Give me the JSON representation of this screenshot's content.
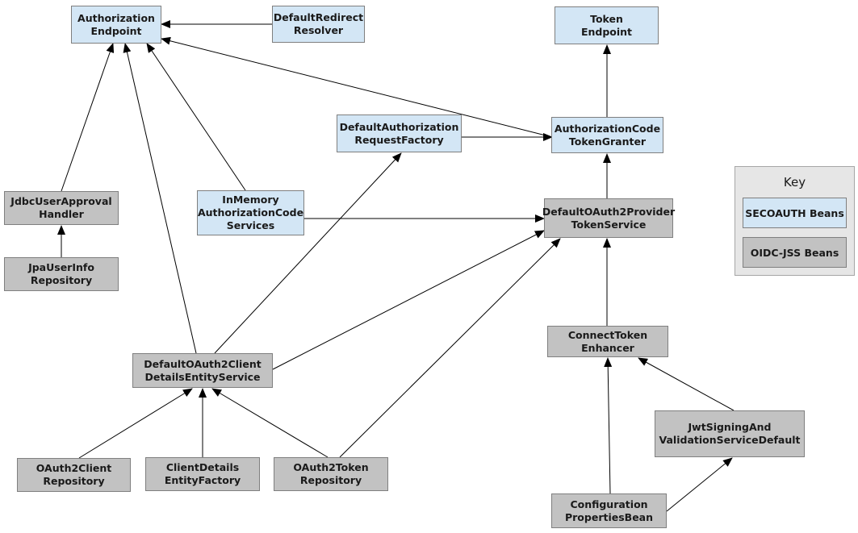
{
  "nodes": {
    "authorization_endpoint": {
      "line1": "Authorization",
      "line2": "Endpoint"
    },
    "default_redirect_resolver": {
      "line1": "DefaultRedirect",
      "line2": "Resolver"
    },
    "token_endpoint": {
      "line1": "Token",
      "line2": "Endpoint"
    },
    "default_authorization_request_factory": {
      "line1": "DefaultAuthorization",
      "line2": "RequestFactory"
    },
    "authorization_code_token_granter": {
      "line1": "AuthorizationCode",
      "line2": "TokenGranter"
    },
    "jdbc_user_approval_handler": {
      "line1": "JdbcUserApproval",
      "line2": "Handler"
    },
    "inmemory_authorization_code_services": {
      "line1": "InMemory",
      "line2": "AuthorizationCode",
      "line3": "Services"
    },
    "default_oauth2_provider_token_service": {
      "line1": "DefaultOAuth2Provider",
      "line2": "TokenService"
    },
    "jpa_user_info_repository": {
      "line1": "JpaUserInfo",
      "line2": "Repository"
    },
    "default_oauth2_client_details_entity_service": {
      "line1": "DefaultOAuth2Client",
      "line2": "DetailsEntityService"
    },
    "connect_token_enhancer": {
      "line1": "ConnectToken",
      "line2": "Enhancer"
    },
    "jwt_signing_and_validation_service_default": {
      "line1": "JwtSigningAnd",
      "line2": "ValidationServiceDefault"
    },
    "oauth2_client_repository": {
      "line1": "OAuth2Client",
      "line2": "Repository"
    },
    "client_details_entity_factory": {
      "line1": "ClientDetails",
      "line2": "EntityFactory"
    },
    "oauth2_token_repository": {
      "line1": "OAuth2Token",
      "line2": "Repository"
    },
    "configuration_properties_bean": {
      "line1": "Configuration",
      "line2": "PropertiesBean"
    }
  },
  "key": {
    "title": "Key",
    "secoauth_label": "SECOAUTH Beans",
    "oidc_label": "OIDC-JSS Beans"
  },
  "colors": {
    "secoauth_fill": "#d3e6f5",
    "oidc_fill": "#c2c2c2",
    "border": "#7f7f7f",
    "edge": "#000000"
  },
  "edges": [
    {
      "from": "default_redirect_resolver",
      "to": "authorization_endpoint"
    },
    {
      "from": "jdbc_user_approval_handler",
      "to": "authorization_endpoint"
    },
    {
      "from": "inmemory_authorization_code_services",
      "to": "authorization_endpoint"
    },
    {
      "from": "default_oauth2_client_details_entity_service",
      "to": "authorization_endpoint"
    },
    {
      "from": "authorization_code_token_granter",
      "to": "authorization_endpoint"
    },
    {
      "from": "authorization_code_token_granter",
      "to": "token_endpoint"
    },
    {
      "from": "default_authorization_request_factory",
      "to": "authorization_code_token_granter"
    },
    {
      "from": "default_oauth2_provider_token_service",
      "to": "authorization_code_token_granter"
    },
    {
      "from": "inmemory_authorization_code_services",
      "to": "default_oauth2_provider_token_service"
    },
    {
      "from": "default_oauth2_client_details_entity_service",
      "to": "default_authorization_request_factory"
    },
    {
      "from": "default_oauth2_client_details_entity_service",
      "to": "default_oauth2_provider_token_service"
    },
    {
      "from": "oauth2_token_repository",
      "to": "default_oauth2_provider_token_service"
    },
    {
      "from": "jpa_user_info_repository",
      "to": "jdbc_user_approval_handler"
    },
    {
      "from": "connect_token_enhancer",
      "to": "default_oauth2_provider_token_service"
    },
    {
      "from": "configuration_properties_bean",
      "to": "connect_token_enhancer"
    },
    {
      "from": "jwt_signing_and_validation_service_default",
      "to": "connect_token_enhancer"
    },
    {
      "from": "configuration_properties_bean",
      "to": "jwt_signing_and_validation_service_default"
    },
    {
      "from": "oauth2_client_repository",
      "to": "default_oauth2_client_details_entity_service"
    },
    {
      "from": "client_details_entity_factory",
      "to": "default_oauth2_client_details_entity_service"
    },
    {
      "from": "oauth2_token_repository",
      "to": "default_oauth2_client_details_entity_service"
    }
  ]
}
